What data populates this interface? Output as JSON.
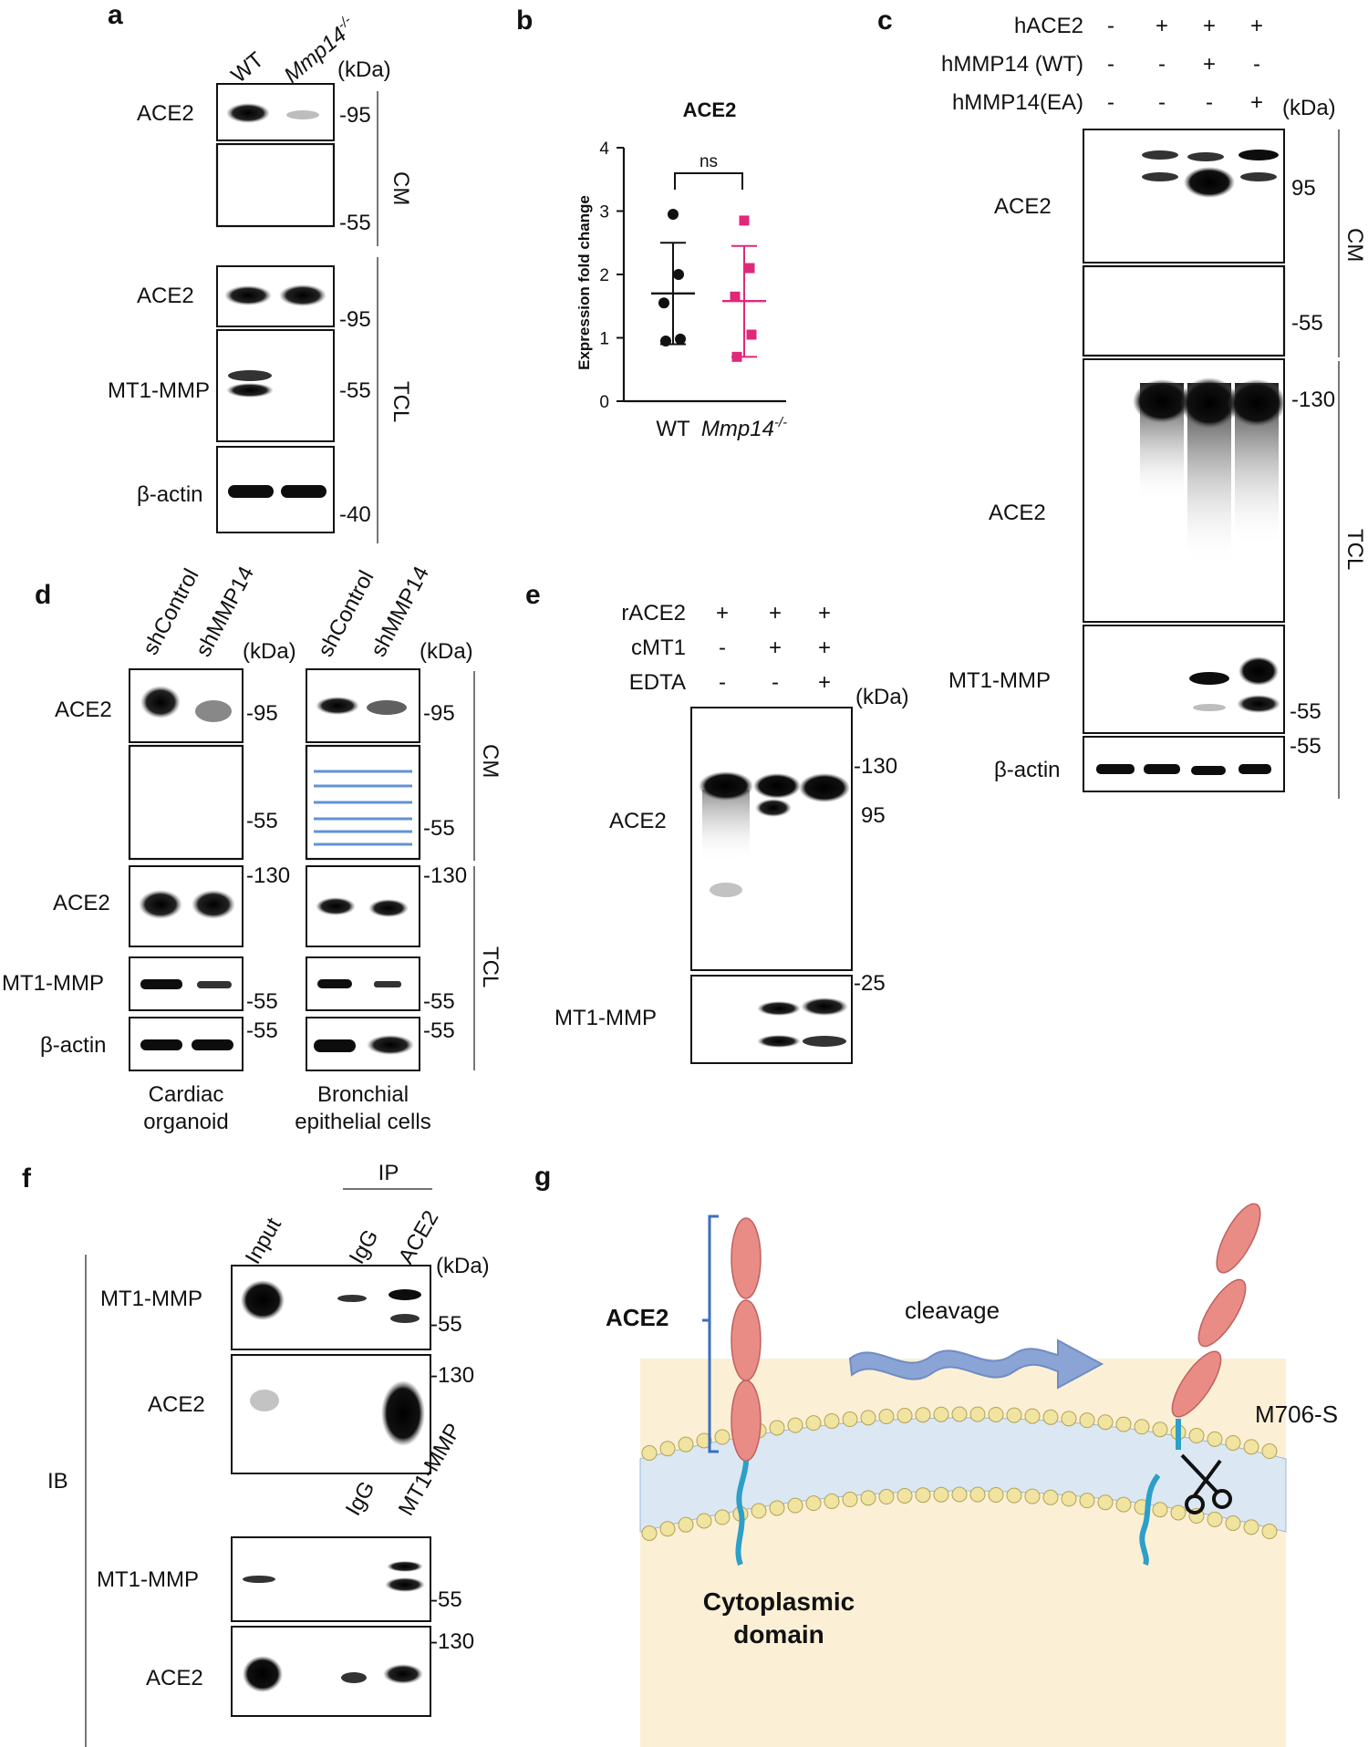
{
  "panels": {
    "a": {
      "label": "a",
      "lanes": [
        "WT",
        "Mmp14"
      ],
      "lane_superscript": "-/-",
      "kda": "(kDa)",
      "rows": [
        "ACE2",
        "ACE2",
        "MT1-MMP",
        "β-actin"
      ],
      "markers": [
        "-95",
        "-55",
        "-95",
        "-55",
        "-40"
      ],
      "groups": [
        "CM",
        "TCL"
      ]
    },
    "b": {
      "label": "b",
      "title": "ACE2",
      "significance": "ns",
      "ylabel": "Expression fold change",
      "yticks": [
        "0",
        "1",
        "2",
        "3",
        "4"
      ],
      "xticks": [
        "WT",
        "Mmp14"
      ],
      "xtick_superscript": "-/-"
    },
    "c": {
      "label": "c",
      "conditions": [
        {
          "name": "hACE2",
          "signs": [
            "-",
            "+",
            "+",
            "+"
          ]
        },
        {
          "name": "hMMP14 (WT)",
          "signs": [
            "-",
            "-",
            "+",
            "-"
          ]
        },
        {
          "name": "hMMP14(EA)",
          "signs": [
            "-",
            "-",
            "-",
            "+"
          ]
        }
      ],
      "kda": "(kDa)",
      "rows": [
        "ACE2",
        "ACE2",
        "MT1-MMP",
        "β-actin"
      ],
      "markers": [
        "95",
        "-55",
        "-130",
        "-55",
        "-55"
      ],
      "groups": [
        "CM",
        "TCL"
      ]
    },
    "d": {
      "label": "d",
      "lanes": [
        "shControl",
        "shMMP14",
        "shControl",
        "shMMP14"
      ],
      "kda": "(kDa)",
      "rows": [
        "ACE2",
        "ACE2",
        "MT1-MMP",
        "β-actin"
      ],
      "markers_left": [
        "-95",
        "-55",
        "-130",
        "-55",
        "-55"
      ],
      "markers_right": [
        "-95",
        "-55",
        "-130",
        "-55",
        "-55"
      ],
      "groups": [
        "CM",
        "TCL"
      ],
      "captions": [
        "Cardiac",
        "organoid",
        "Bronchial",
        "epithelial cells"
      ]
    },
    "e": {
      "label": "e",
      "conditions": [
        {
          "name": "rACE2",
          "signs": [
            "+",
            "+",
            "+"
          ]
        },
        {
          "name": "cMT1",
          "signs": [
            "-",
            "+",
            "+"
          ]
        },
        {
          "name": "EDTA",
          "signs": [
            "-",
            "-",
            "+"
          ]
        }
      ],
      "kda": "(kDa)",
      "rows": [
        "ACE2",
        "MT1-MMP"
      ],
      "markers": [
        "-130",
        "95",
        "-25"
      ]
    },
    "f": {
      "label": "f",
      "ip": "IP",
      "ib": "IB",
      "lanes_top": [
        "Input",
        "IgG",
        "ACE2"
      ],
      "lanes_bottom": [
        "IgG",
        "MT1-MMP"
      ],
      "kda": "(kDa)",
      "rows": [
        "MT1-MMP",
        "ACE2",
        "MT1-MMP",
        "ACE2"
      ],
      "markers": [
        "-55",
        "-130",
        "-55",
        "-130"
      ]
    },
    "g": {
      "label": "g",
      "ace2": "ACE2",
      "cleavage": "cleavage",
      "site": "M706-S",
      "domain_line1": "Cytoplasmic",
      "domain_line2": "domain"
    }
  },
  "chart_data": {
    "type": "scatter",
    "title": "ACE2",
    "xlabel": "",
    "ylabel": "Expression fold change",
    "ylim": [
      0,
      4
    ],
    "categories": [
      "WT",
      "Mmp14-/-"
    ],
    "series": [
      {
        "name": "WT",
        "color": "#111111",
        "points": [
          2.95,
          2.0,
          1.55,
          0.98,
          0.95
        ],
        "mean": 1.7,
        "sd_high": 2.5,
        "sd_low": 0.9
      },
      {
        "name": "Mmp14-/-",
        "color": "#e0287a",
        "points": [
          2.85,
          2.1,
          1.65,
          1.05,
          0.7
        ],
        "mean": 1.58,
        "sd_high": 2.45,
        "sd_low": 0.7
      }
    ],
    "significance": "ns"
  },
  "colors": {
    "coomassie": "#9ec7e6",
    "pink": "#e0287a",
    "membrane_head": "#f1e3a0",
    "cytoplasm": "#fbf0d6",
    "domain": "#e98c86",
    "tail": "#2d9fc8",
    "arrow": "#8aa4d6"
  }
}
